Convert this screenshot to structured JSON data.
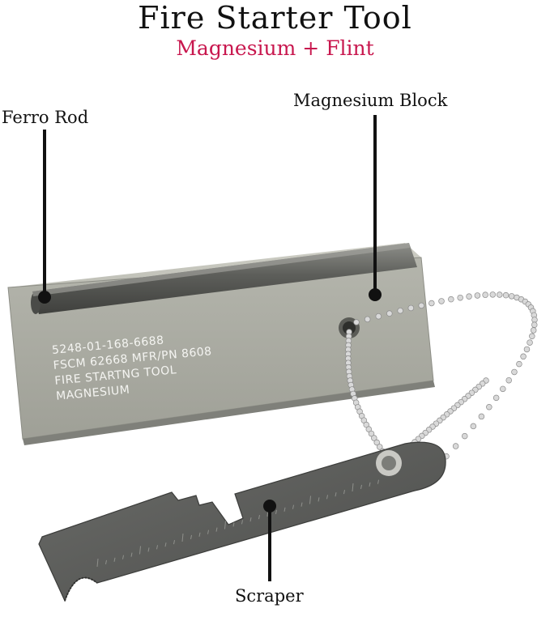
{
  "header": {
    "title": "Fire Starter Tool",
    "subtitle": "Magnesium + Flint"
  },
  "callouts": {
    "ferro_rod": "Ferro Rod",
    "magnesium_block": "Magnesium Block",
    "scraper": "Scraper"
  },
  "engraving": {
    "line1": "5248-01-168-6688",
    "line2": "FSCM 62668 MFR/PN 8608",
    "line3": "FIRE STARTNG TOOL",
    "line4": "MAGNESIUM"
  },
  "colors": {
    "subtitle": "#c8174e",
    "block": "#a9aaa1",
    "scraper": "#5b5c5a"
  }
}
